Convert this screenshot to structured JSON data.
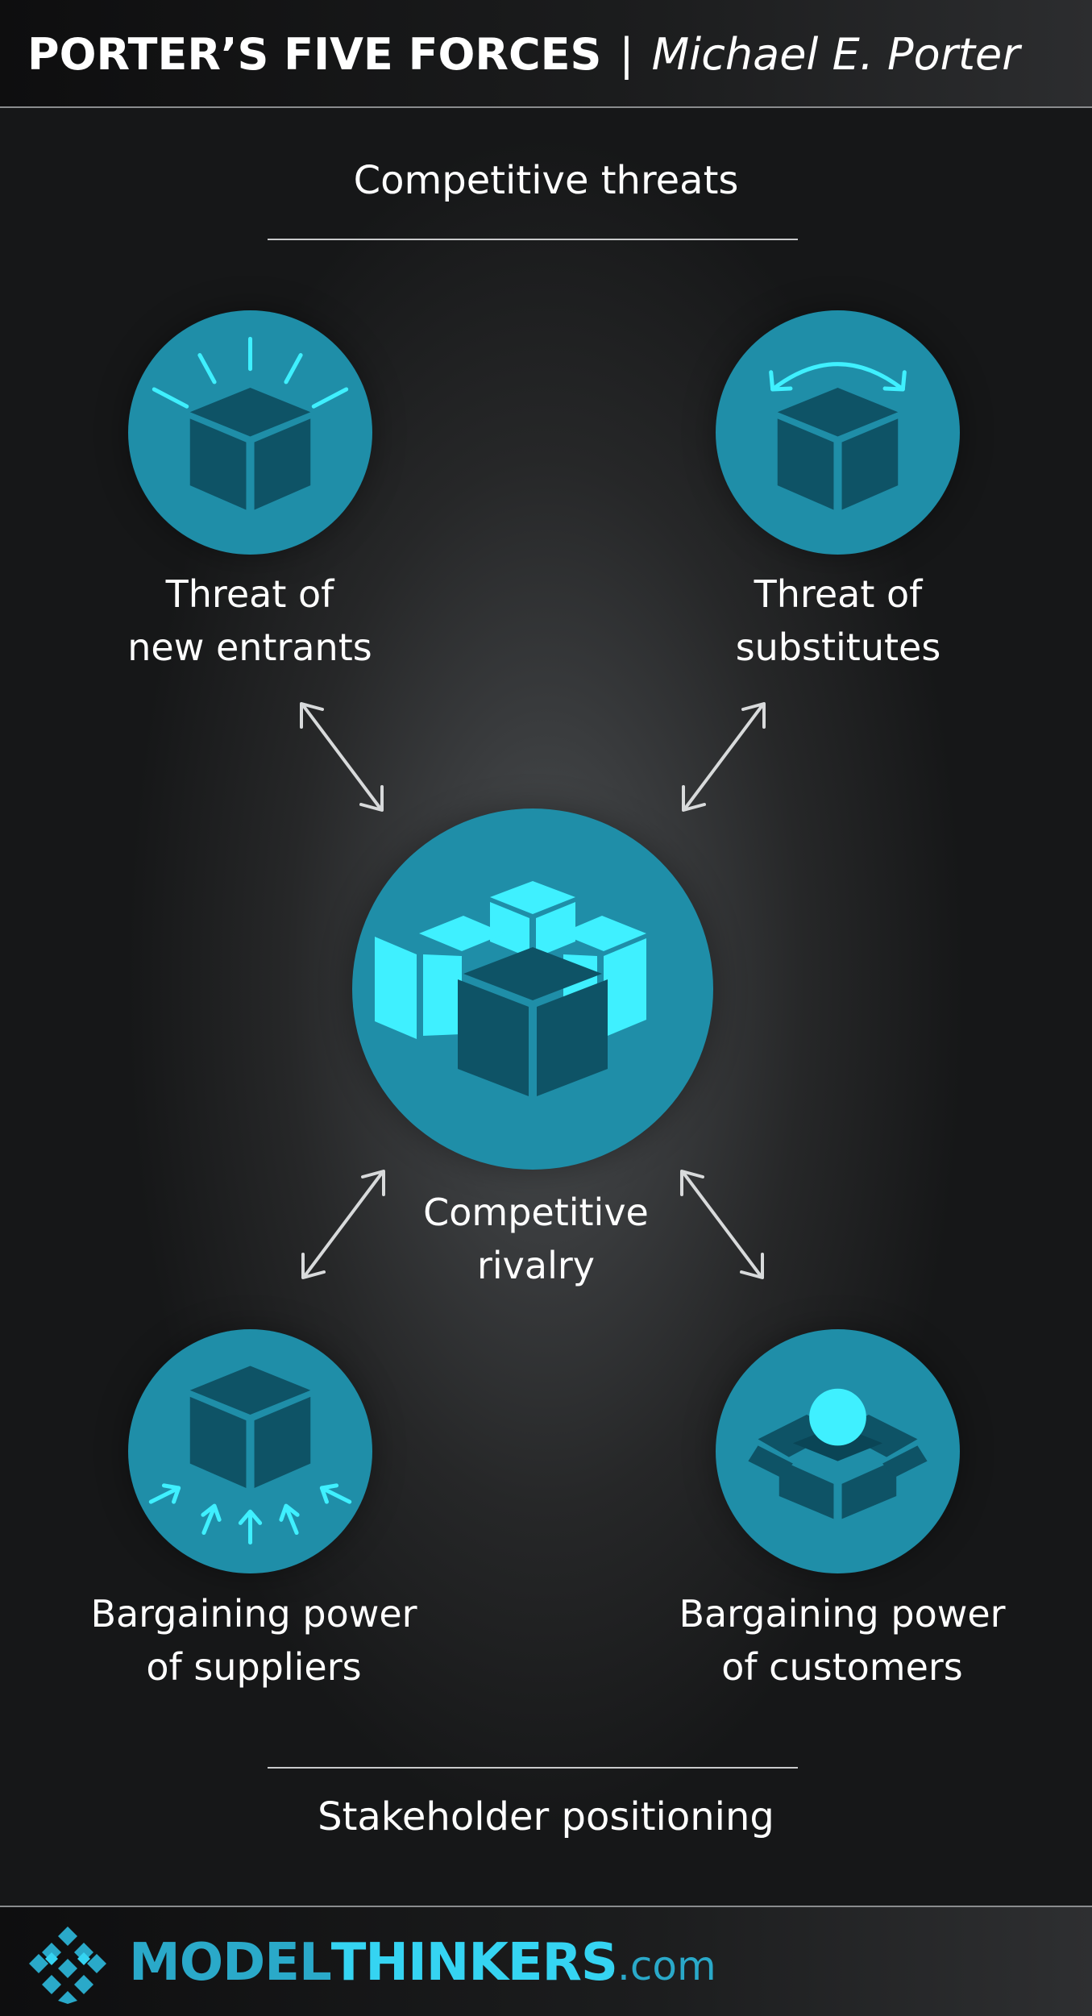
{
  "header": {
    "title": "PORTER’S FIVE FORCES",
    "separator": "|",
    "author": "Michael E. Porter"
  },
  "sections": {
    "top": "Competitive threats",
    "bottom": "Stakeholder positioning"
  },
  "forces": {
    "new_entrants": {
      "line1": "Threat of",
      "line2": "new entrants",
      "icon": "box-with-rays-icon"
    },
    "substitutes": {
      "line1": "Threat of",
      "line2": "substitutes",
      "icon": "box-with-swap-arrow-icon"
    },
    "rivalry": {
      "line1": "Competitive",
      "line2": "rivalry",
      "icon": "cluster-of-boxes-icon"
    },
    "suppliers": {
      "line1": "Bargaining power",
      "line2": "of suppliers",
      "icon": "box-with-inward-arrows-icon"
    },
    "customers": {
      "line1": "Bargaining power",
      "line2": "of customers",
      "icon": "open-box-with-ball-icon"
    }
  },
  "footer": {
    "logo_part1": "MODEL",
    "logo_part2": "THINKERS",
    "logo_part3": ".com",
    "logo_icon": "diamond-grid-logo-icon"
  },
  "colors": {
    "circle": "#1f8ea8",
    "box_dark": "#0e5366",
    "accent_cyan": "#3ff0ff",
    "logo_blue": "#2aa9c9"
  }
}
